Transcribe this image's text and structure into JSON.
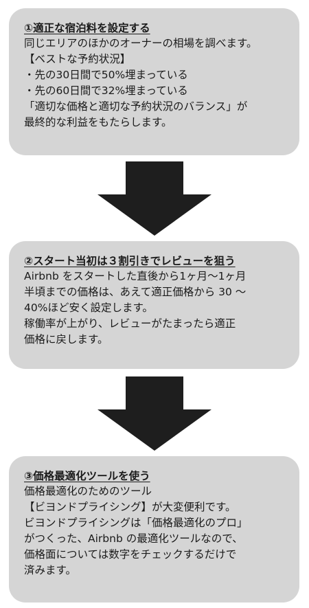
{
  "steps": [
    {
      "title": "①適正な宿泊料を設定する",
      "lines": [
        "同じエリアのほかのオーナーの相場を調べます。",
        "【ベストな予約状況】",
        "・先の30日間で50%埋まっている",
        "・先の60日間で32%埋まっている",
        "「適切な価格と適切な予約状況のバランス」が",
        "最終的な利益をもたらします。"
      ]
    },
    {
      "title": "②スタート当初は３割引きでレビューを狙う",
      "lines": [
        "Airbnb をスタートした直後から1ヶ月〜1ヶ月",
        "半頃までの価格は、あえて適正価格から 30 〜",
        "40%ほど安く設定します。",
        "稼働率が上がり、レビューがたまったら適正",
        "価格に戻します。"
      ]
    },
    {
      "title": "③価格最適化ツールを使う",
      "lines": [
        "価格最適化のためのツール",
        "【ビヨンドプライシング】が大変便利です。",
        "ビヨンドプライシングは「価格最適化のプロ」",
        "がつくった、Airbnb の最適化ツールなので、",
        "価格面については数字をチェックするだけで",
        "済みます。"
      ]
    }
  ],
  "colors": {
    "box_background": "#d5d5d5",
    "arrow": "#1e1e1e",
    "text": "#1a1a1a"
  }
}
